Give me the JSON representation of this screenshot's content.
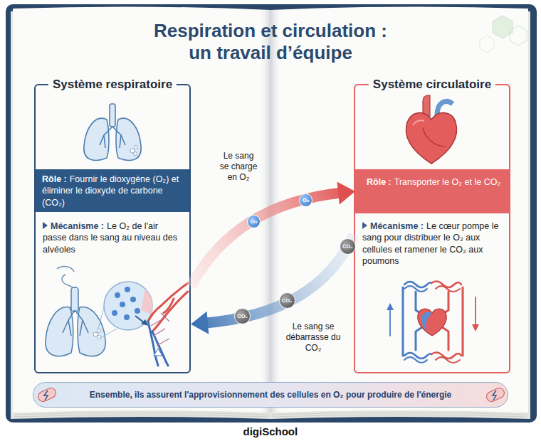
{
  "diagram": {
    "title": "Respiration et circulation : un travail d’équipe",
    "nodes": [
      {
        "text": [
          "Système respiratoire",
          "Mécanisme :",
          "Le O₂ de l'air passe dans le sang au niveau des alvéoles"
        ]
      },
      {
        "text": [
          "Rôle :",
          "Fournir le dioxygène (O₂) et éliminer le dioxyde de carbone (CO₂)"
        ],
        "in": 0
      },
      {
        "text": [
          "Système circulatoire",
          "Mécanisme :",
          "Le cœur pompe le sang pour distribuer le O₂ aux cellules et ramener le CO₂ aux poumons"
        ]
      },
      {
        "text": [
          "Rôle :",
          "Transporter le O₂ et le CO₂"
        ],
        "in": 2
      },
      {
        "text": [
          "Ensemble, ils assurent l'approvisionnement des cellules en O₂ pour produire de l'énergie"
        ]
      }
    ],
    "edges": [
      {
        "from": 0,
        "to": 3,
        "label": "Le sang se charge en O₂",
        "arrow": "to"
      },
      {
        "from": 2,
        "to": 0,
        "label": "Le sang se débarrasse du CO₂",
        "arrow": "to"
      }
    ],
    "labels": [
      "O₂",
      "O₂",
      "CO₂",
      "CO₂",
      "CO₂",
      "digiSchool"
    ]
  }
}
